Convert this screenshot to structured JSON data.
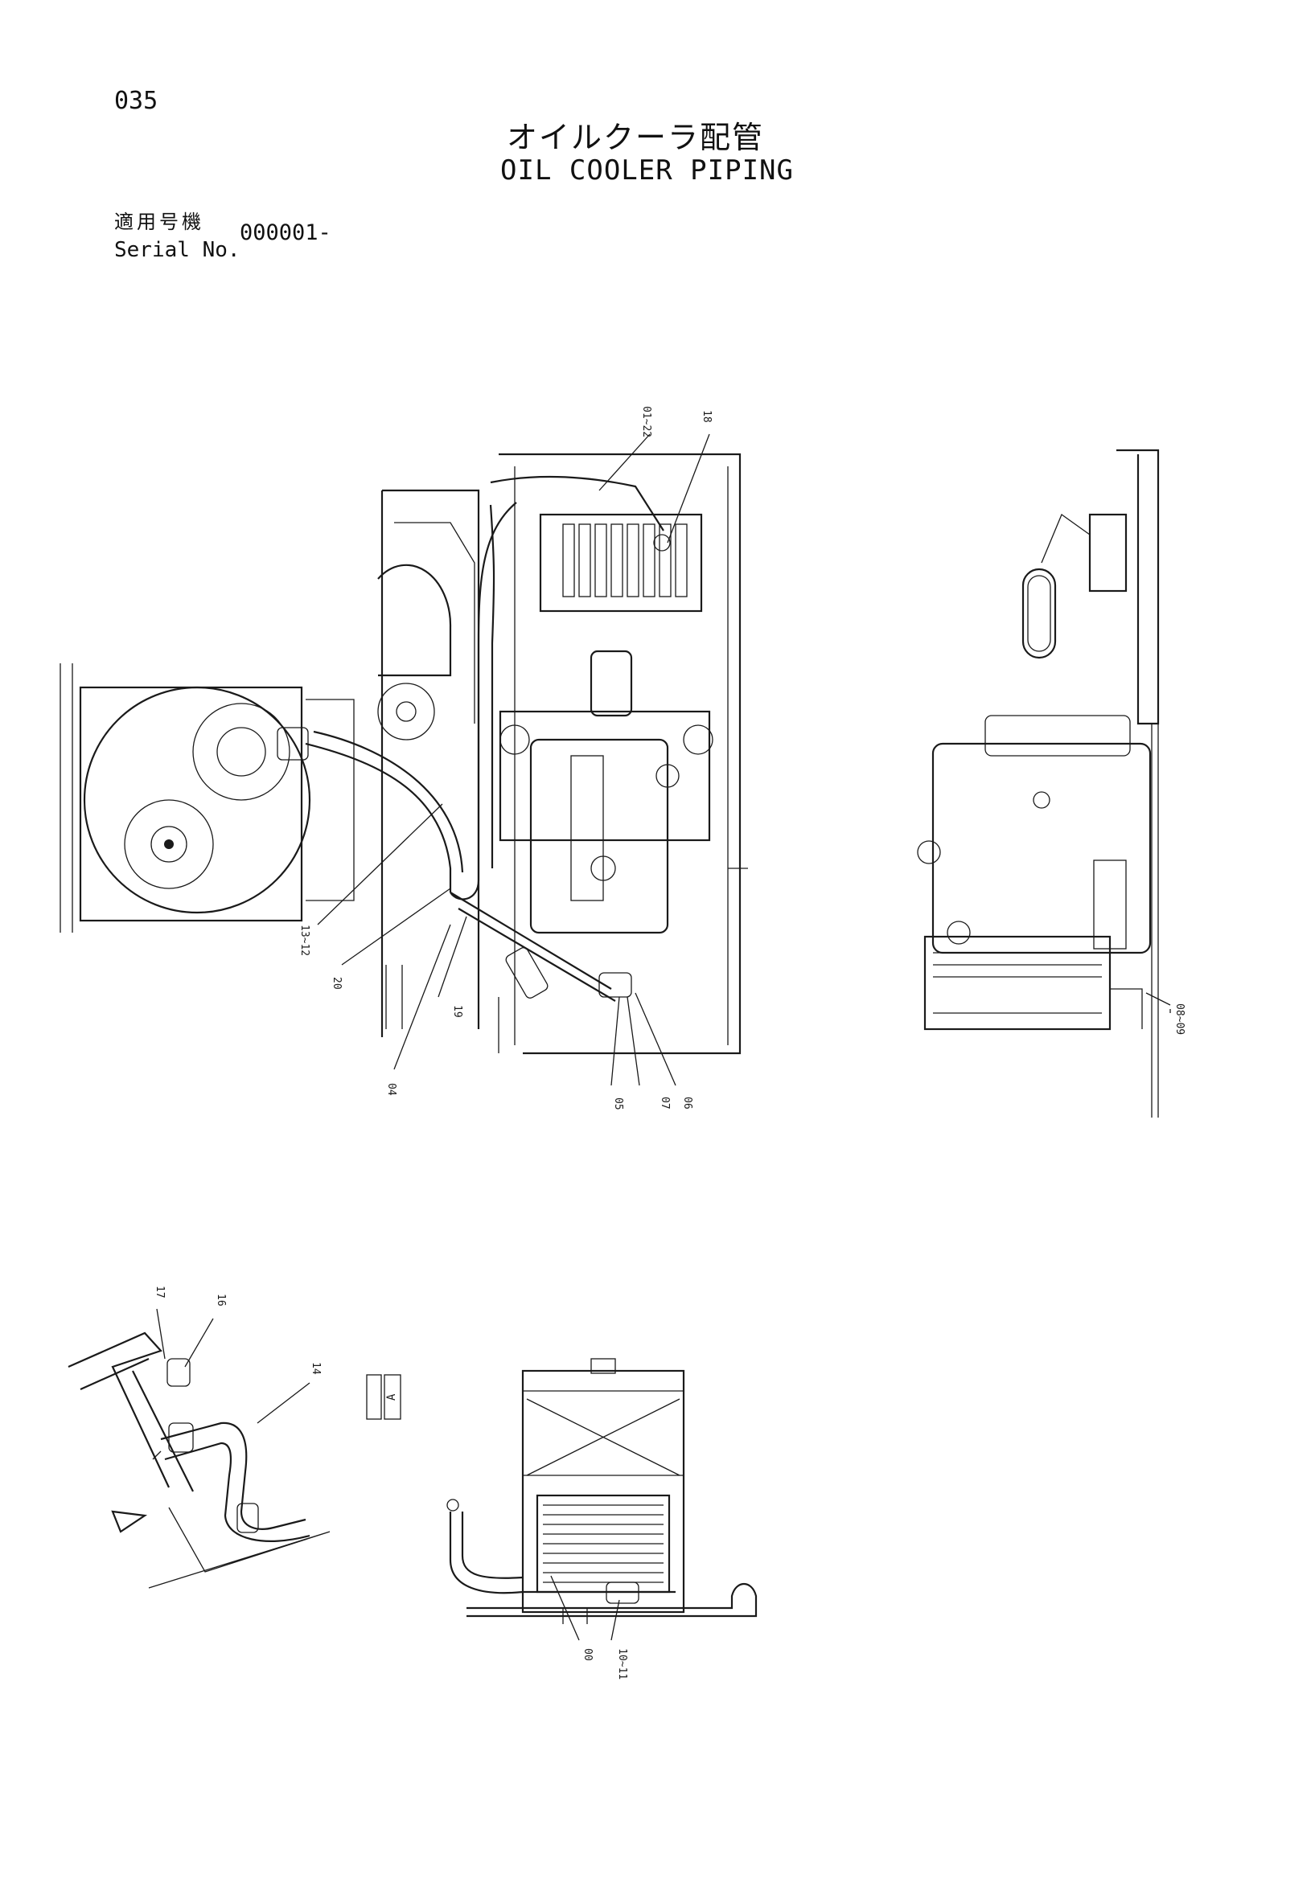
{
  "page_number": "035",
  "title_jp": "オイルクーラ配管",
  "title_en": "OIL COOLER PIPING",
  "serial_label_jp": "適用号機",
  "serial_label_en": "Serial No.",
  "serial_value": "000001-",
  "view_label": "A",
  "callouts": {
    "c01_22": "01~22",
    "c18": "18",
    "c13_12": "13~12",
    "c20": "20",
    "c19": "19",
    "c04": "04",
    "c05": "05",
    "c07": "07",
    "c06": "06",
    "c08_09": "08~09",
    "c17": "17",
    "c16": "16",
    "c14": "14",
    "c00": "00",
    "c10_11": "10~11"
  }
}
